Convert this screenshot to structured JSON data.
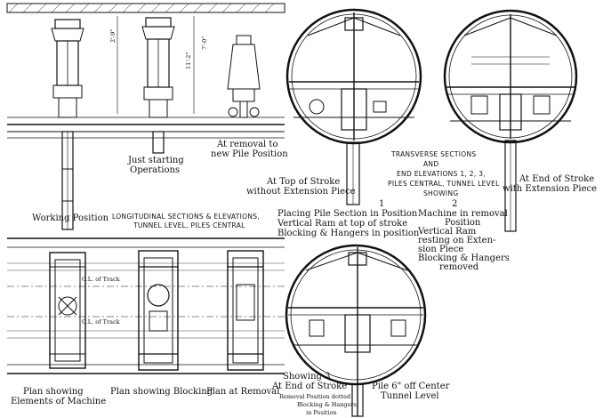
{
  "captions": {
    "working_position": "Working Position",
    "just_starting": [
      "Just starting",
      "Operations"
    ],
    "at_removal": [
      "At removal to",
      "new Pile Position"
    ],
    "longitudinal": [
      "LONGITUDINAL SECTIONS & ELEVATIONS,",
      "TUNNEL LEVEL, PILES CENTRAL"
    ],
    "top_of_stroke": [
      "At Top of Stroke",
      "without Extension Piece"
    ],
    "fig1_number": "1",
    "placing_pile": [
      "Placing Pile Section in Position",
      "Vertical Ram at top of stroke",
      "Blocking & Hangers in position"
    ],
    "transverse": [
      "TRANSVERSE SECTIONS",
      "AND",
      "END ELEVATIONS 1, 2, 3,",
      "PILES CENTRAL, TUNNEL LEVEL",
      "SHOWING"
    ],
    "fig2_number": "2",
    "end_of_stroke_ext": [
      "At End of Stroke",
      "with Extension Piece"
    ],
    "machine_removal": [
      "Machine in removal",
      "Position",
      "Vertical Ram",
      "resting on Exten-",
      "sion Piece",
      "Blocking & Hangers",
      "removed"
    ],
    "cl_track": "C.L. of Track",
    "cl_track_2": "C.L. of Track",
    "plan_elements": [
      "Plan showing",
      "Elements of Machine"
    ],
    "plan_blocking": "Plan showing Blocking",
    "plan_removal": "Plan at Removal",
    "showing_3": [
      "Showing 3",
      "At End of Stroke"
    ],
    "removal_dotted": [
      "Removal Position dotted",
      "Blocking & Hangers",
      "in Position"
    ],
    "pile_off_center": [
      "Pile 6\" off Center",
      "Tunnel Level"
    ]
  },
  "dimensions": {
    "d1": "2'-9\"",
    "d2": "11'-2\"",
    "d3": "7'-0\""
  }
}
